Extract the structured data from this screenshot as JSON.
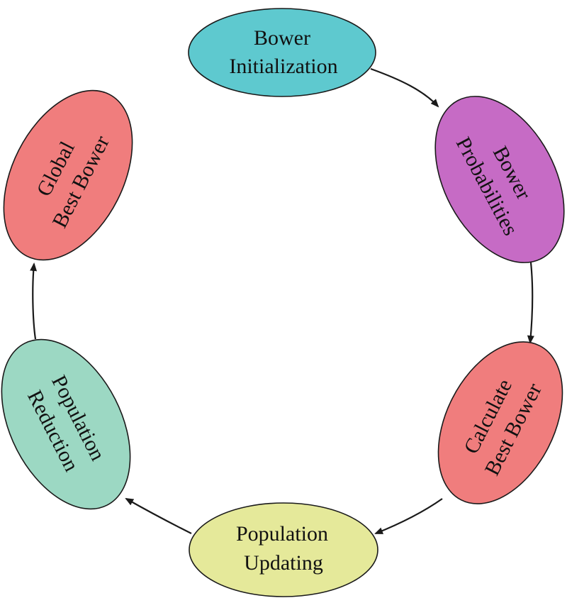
{
  "diagram": {
    "type": "cycle",
    "colors": {
      "teal": "#5ec9cf",
      "purple": "#c66bc5",
      "salmon": "#f07d7d",
      "yellow": "#e5e99a",
      "mint": "#9cd8c3",
      "stroke": "#1a1a1a"
    },
    "nodes": [
      {
        "id": "bower-initialization",
        "lines": [
          "Bower",
          "Initialization"
        ],
        "color": "#5ec9cf"
      },
      {
        "id": "bower-probabilities",
        "lines": [
          "Bower",
          "Probabilities"
        ],
        "color": "#c66bc5"
      },
      {
        "id": "calculate-best-bower",
        "lines": [
          "Calculate",
          "Best Bower"
        ],
        "color": "#f07d7d"
      },
      {
        "id": "population-updating",
        "lines": [
          "Population",
          "Updating"
        ],
        "color": "#e5e99a"
      },
      {
        "id": "population-reduction",
        "lines": [
          "Population",
          "Reduction"
        ],
        "color": "#9cd8c3"
      },
      {
        "id": "global-best-bower",
        "lines": [
          "Global",
          "Best Bower"
        ],
        "color": "#f07d7d"
      }
    ],
    "edges": [
      {
        "from": "bower-initialization",
        "to": "bower-probabilities"
      },
      {
        "from": "bower-probabilities",
        "to": "calculate-best-bower"
      },
      {
        "from": "calculate-best-bower",
        "to": "population-updating"
      },
      {
        "from": "population-updating",
        "to": "population-reduction"
      },
      {
        "from": "population-reduction",
        "to": "global-best-bower"
      }
    ]
  }
}
